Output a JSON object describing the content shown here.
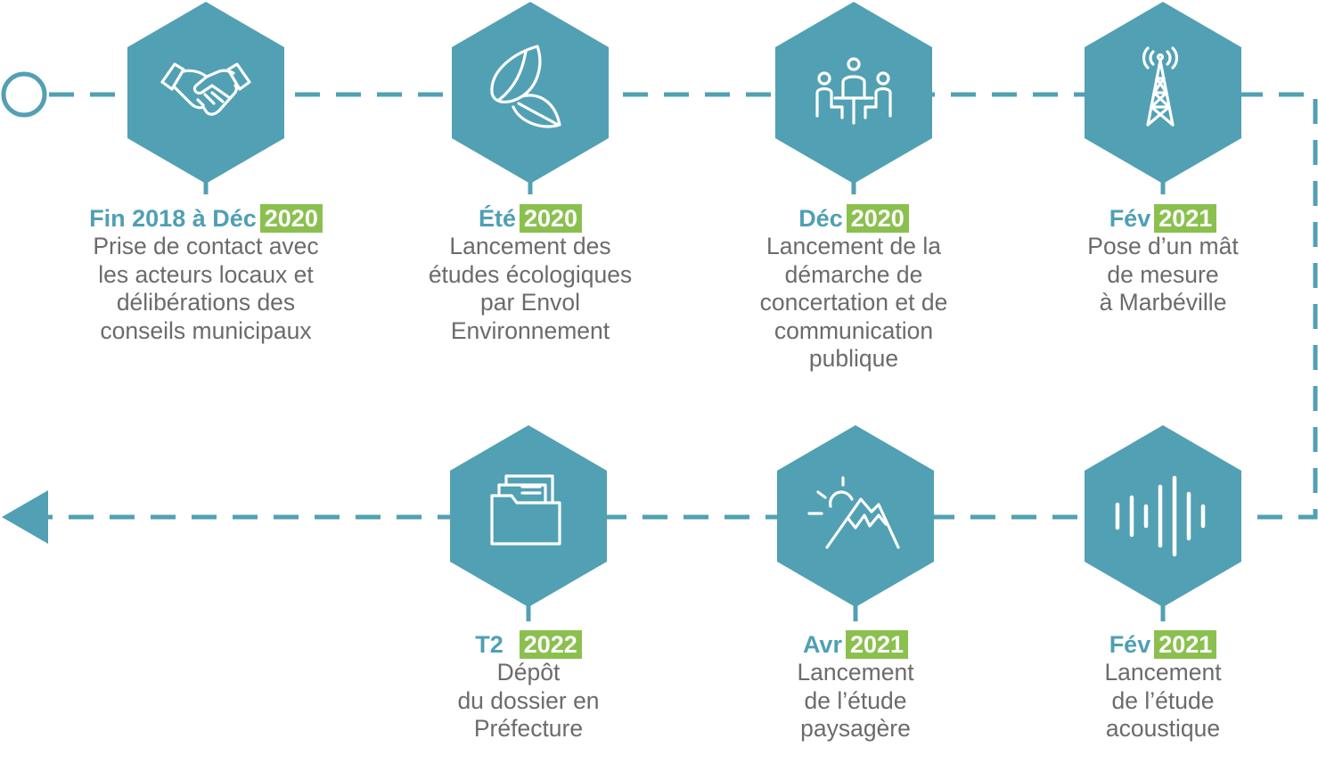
{
  "colors": {
    "teal": "#52a0b3",
    "green": "#8bc04f",
    "text": "#6b6b6b",
    "date": "#4f9fb4"
  },
  "steps": [
    {
      "id": "step1",
      "date_prefix": "Fin 2018 à Déc",
      "date_year": "2020",
      "lines": [
        "Prise de contact avec",
        "les acteurs locaux et",
        "délibérations des",
        "conseils municipaux"
      ],
      "icon": "handshake-icon"
    },
    {
      "id": "step2",
      "date_prefix": "Été",
      "date_year": "2020",
      "lines": [
        "Lancement des",
        "études écologiques",
        "par Envol",
        "Environnement"
      ],
      "icon": "leaves-icon"
    },
    {
      "id": "step3",
      "date_prefix": "Déc",
      "date_year": "2020",
      "lines": [
        "Lancement de la",
        "démarche de",
        "concertation et de",
        "communication",
        "publique"
      ],
      "icon": "meeting-icon"
    },
    {
      "id": "step4",
      "date_prefix": "Fév",
      "date_year": "2021",
      "lines": [
        "Pose d’un mât",
        "de mesure",
        "à Marbéville"
      ],
      "icon": "antenna-mast-icon"
    },
    {
      "id": "step5",
      "date_prefix": "Fév",
      "date_year": "2021",
      "lines": [
        "Lancement",
        "de l’étude",
        "acoustique"
      ],
      "icon": "sound-wave-icon"
    },
    {
      "id": "step6",
      "date_prefix": "Avr",
      "date_year": "2021",
      "lines": [
        "Lancement",
        "de l’étude",
        "paysagère"
      ],
      "icon": "mountain-sun-icon"
    },
    {
      "id": "step7",
      "date_prefix": "T2",
      "date_year": "2022",
      "lines": [
        "Dépôt",
        "du dossier en",
        "Préfecture"
      ],
      "icon": "folder-icon"
    }
  ]
}
